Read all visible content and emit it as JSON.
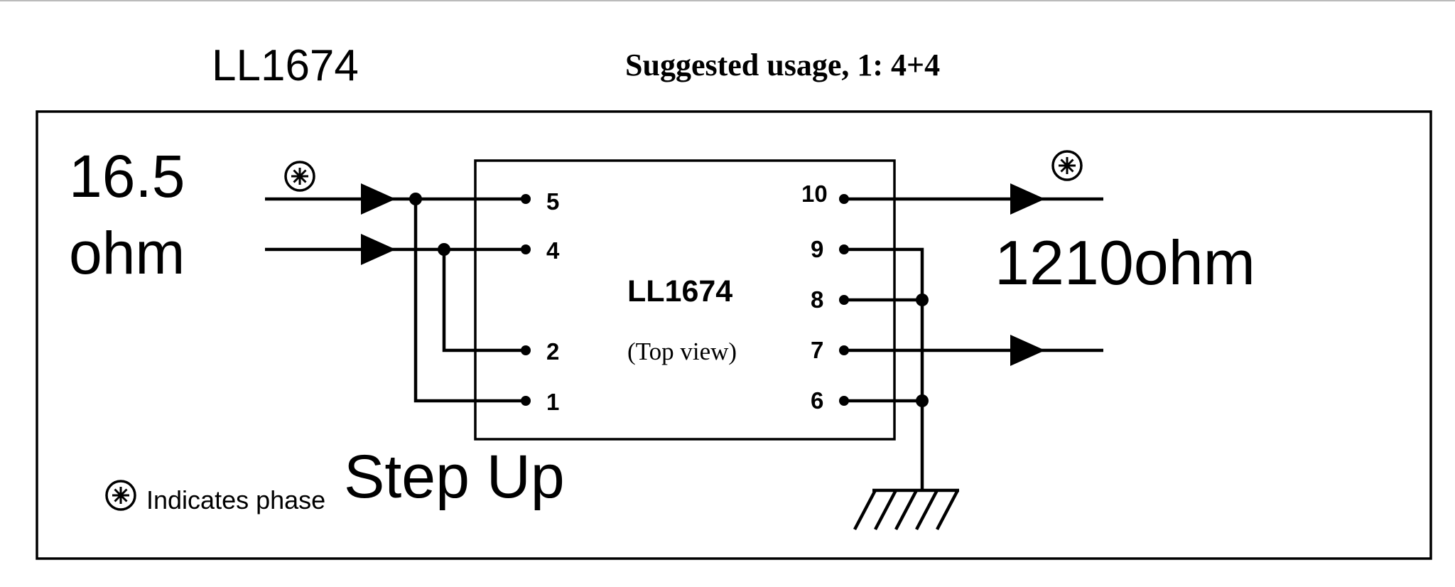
{
  "header": {
    "part_number": "LL1674",
    "title": "Suggested usage, 1: 4+4"
  },
  "primary": {
    "impedance_line1": "16.5",
    "impedance_line2": "ohm"
  },
  "secondary": {
    "impedance": "1210ohm"
  },
  "transformer": {
    "name": "LL1674",
    "subtitle": "(Top view)",
    "pins_left": [
      "5",
      "4",
      "2",
      "1"
    ],
    "pins_right": [
      "10",
      "9",
      "8",
      "7",
      "6"
    ]
  },
  "legend": {
    "phase_symbol": "⊛",
    "phase_text": "Indicates phase",
    "mode": "Step Up"
  },
  "colors": {
    "ink": "#000000",
    "background": "#ffffff"
  }
}
